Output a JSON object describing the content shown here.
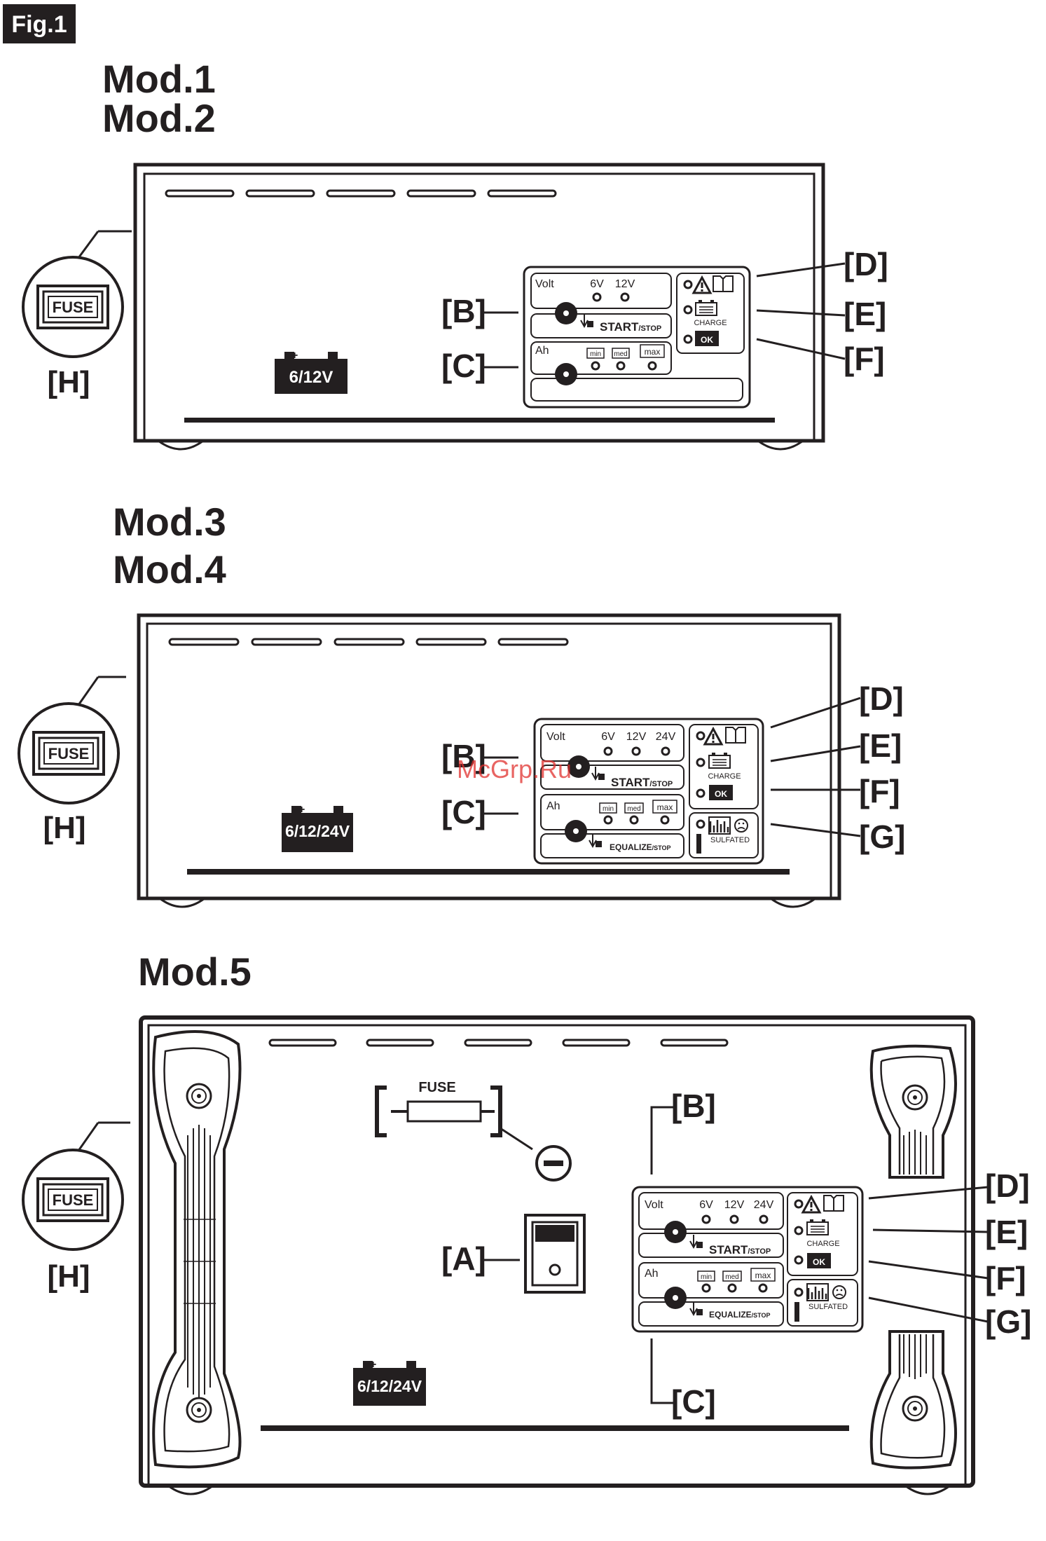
{
  "figure_label": "Fig.1",
  "watermark": "McGrp.Ru",
  "section1": {
    "title_line1": "Mod.1",
    "title_line2": "Mod.2"
  },
  "section2": {
    "title_line1": "Mod.3",
    "title_line2": "Mod.4"
  },
  "section3": {
    "title_line1": "Mod.5"
  },
  "labels": {
    "A": "[A]",
    "B": "[B]",
    "C": "[C]",
    "D": "[D]",
    "E": "[E]",
    "F": "[F]",
    "G": "[G]",
    "H": "[H]"
  },
  "panel": {
    "volt": "Volt",
    "v6": "6V",
    "v12": "12V",
    "v24": "24V",
    "ah": "Ah",
    "min": "min",
    "med": "med",
    "max": "max",
    "start": "START",
    "stop": "/STOP",
    "equalize": "EQUALIZE",
    "eq_stop": "/STOP",
    "charge": "CHARGE",
    "ok": "OK",
    "sulfated": "SULFATED"
  },
  "fuse_text": "FUSE",
  "battery_labels": {
    "mod12": "6/12V",
    "mod34": "6/12/24V",
    "mod5": "6/12/24V"
  },
  "colors": {
    "ink": "#231f20",
    "background": "#ffffff",
    "watermark": "#e0302e"
  }
}
